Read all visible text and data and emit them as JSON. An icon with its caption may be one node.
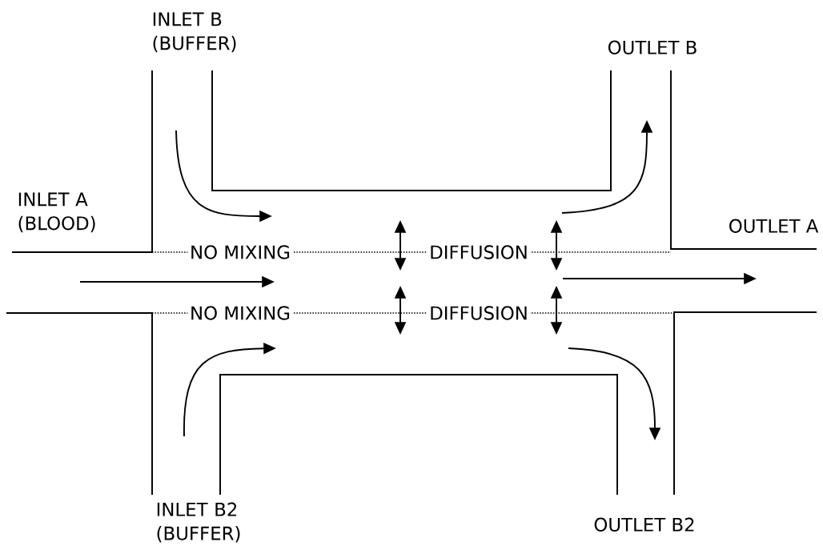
{
  "diagram": {
    "labels": [
      "INLET B (BUFFER)",
      "OUTLET B",
      "INLET A (BLOOD)",
      "OUTLET A",
      "NO MIXING",
      "DIFFUSION",
      "NO MIXING",
      "DIFFUSION",
      "INLET B2 (BUFFER)",
      "OUTLET B2"
    ]
  }
}
